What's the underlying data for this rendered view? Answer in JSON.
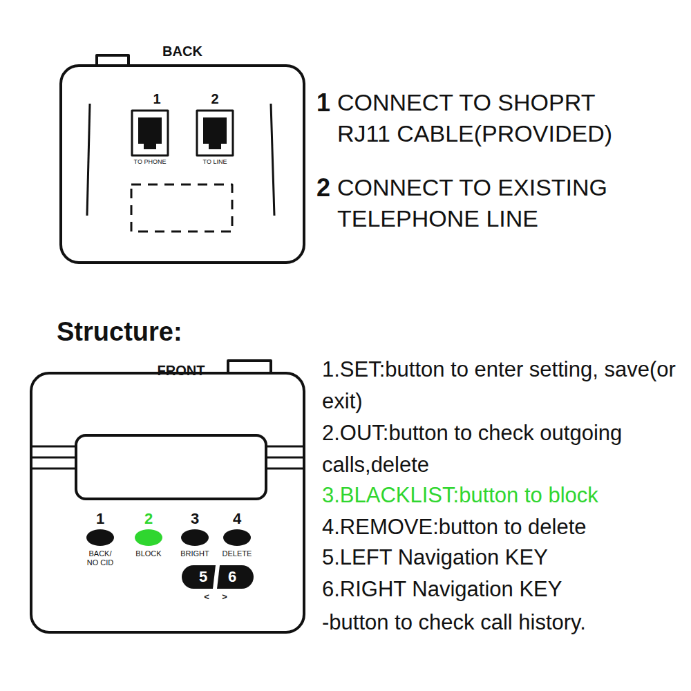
{
  "diagram": {
    "title": "Structure:",
    "labels": [
      "BACK",
      "1",
      "2",
      "TO PHONE",
      "TO LINE",
      "1",
      "CONNECT TO SHOPRT RJ11 CABLE(PROVIDED)",
      "2",
      "CONNECT TO EXISTING TELEPHONE LINE",
      "FRONT",
      "1",
      "2",
      "3",
      "4",
      "BACK/ NO CID",
      "BLOCK",
      "BRIGHT",
      "DELETE",
      "5",
      "6",
      "<",
      ">",
      "1.SET:button to enter setting, save(or exit)",
      "2.OUT:button to check outgoing calls,delete",
      "3.BLACKLIST:button to block",
      "4.REMOVE:button to delete",
      "5.LEFT Navigation KEY",
      "6.RIGHT Navigation KEY",
      "-button to check call history."
    ]
  }
}
